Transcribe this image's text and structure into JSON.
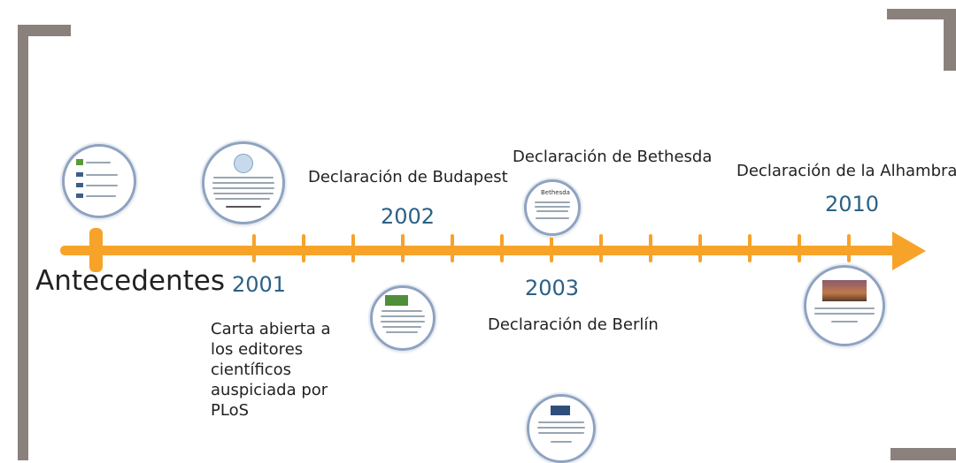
{
  "timeline": {
    "antecedentes": "Antecedentes",
    "events": {
      "budapest": "Declaración de Budapest",
      "bethesda": "Declaración de Bethesda",
      "alhambra": "Declaración de la Alhambra",
      "berlin": "Declaración de Berlín"
    },
    "years": {
      "y2001": "2001",
      "y2002": "2002",
      "y2003": "2003",
      "y2010": "2010"
    },
    "carta": "Carta abierta a los editores científicos auspiciada por PLoS",
    "bethesda_thumb_title": "Bethesda"
  },
  "colors": {
    "axis": "#f7a32a",
    "year_text": "#2c6185",
    "bracket": "#8a817c",
    "bubble_border": "#8fa3c0"
  }
}
